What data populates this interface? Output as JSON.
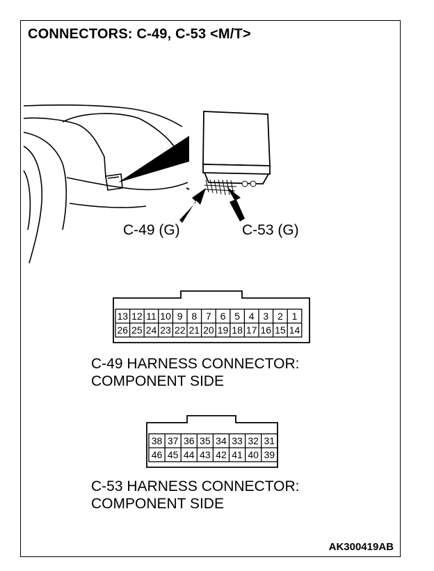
{
  "title": "CONNECTORS: C-49, C-53 <M/T>",
  "callouts": {
    "c49": "C-49 (G)",
    "c53": "C-53 (G)"
  },
  "connector_c49": {
    "caption_line1": "C-49 HARNESS CONNECTOR:",
    "caption_line2": "COMPONENT SIDE",
    "row1": [
      "13",
      "12",
      "11",
      "10",
      "9",
      "8",
      "7",
      "6",
      "5",
      "4",
      "3",
      "2",
      "1"
    ],
    "row2": [
      "26",
      "25",
      "24",
      "23",
      "22",
      "21",
      "20",
      "19",
      "18",
      "17",
      "16",
      "15",
      "14"
    ]
  },
  "connector_c53": {
    "caption_line1": "C-53 HARNESS CONNECTOR:",
    "caption_line2": "COMPONENT SIDE",
    "row1": [
      "38",
      "37",
      "36",
      "35",
      "34",
      "33",
      "32",
      "31"
    ],
    "row2": [
      "46",
      "45",
      "44",
      "43",
      "42",
      "41",
      "40",
      "39"
    ]
  },
  "figure_code": "AK300419AB"
}
